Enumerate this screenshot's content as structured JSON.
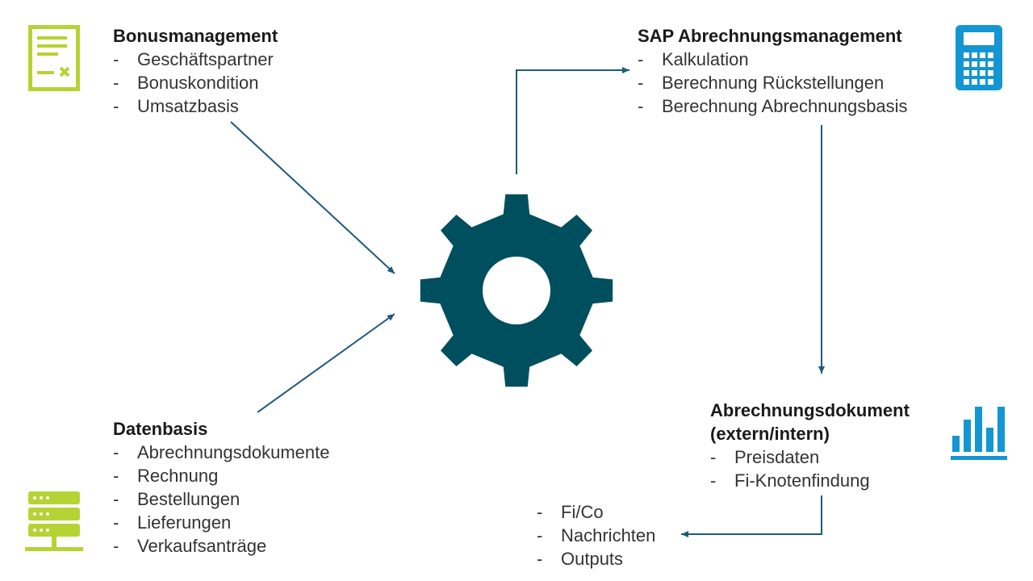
{
  "colors": {
    "green": "#B5D334",
    "blue": "#1396D2",
    "gear": "#004F5E",
    "arrow": "#1F5A7A"
  },
  "bonus": {
    "title": "Bonusmanagement",
    "items": [
      "Geschäftspartner",
      "Bonuskondition",
      "Umsatzbasis"
    ]
  },
  "sap": {
    "title": "SAP Abrechnungsmanagement",
    "items": [
      "Kalkulation",
      "Berechnung Rückstellungen",
      "Berechnung Abrechnungsbasis"
    ]
  },
  "daten": {
    "title": "Datenbasis",
    "items": [
      "Abrechnungsdokumente",
      "Rechnung",
      "Bestellungen",
      "Lieferungen",
      "Verkaufsanträge"
    ]
  },
  "abr": {
    "title_line1": "Abrechnungsdokument",
    "title_line2": "(extern/intern)",
    "items": [
      "Preisdaten",
      "Fi-Knotenfindung"
    ]
  },
  "outputs": {
    "items": [
      "Fi/Co",
      "Nachrichten",
      "Outputs"
    ]
  },
  "dash": "-",
  "icons": {
    "document": "document-icon",
    "calculator": "calculator-icon",
    "server": "server-icon",
    "bar_chart": "bar-chart-icon",
    "gear": "gear-icon"
  }
}
